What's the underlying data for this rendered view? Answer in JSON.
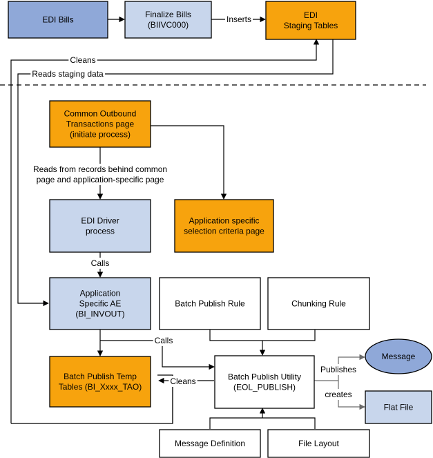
{
  "colors": {
    "dark_blue": "#8fa8d8",
    "light_blue": "#c8d6ec",
    "orange": "#f7a30d",
    "white": "#ffffff",
    "stroke": "#000000",
    "line": "#000000",
    "connector_gray": "#6b6b6b"
  },
  "nodes": {
    "edi_bills": {
      "lines": [
        "EDI Bills"
      ]
    },
    "finalize_bills": {
      "lines": [
        "Finalize Bills",
        "(BIIVC000)"
      ]
    },
    "staging_tables": {
      "lines": [
        "EDI",
        "Staging Tables"
      ]
    },
    "common_outbound": {
      "lines": [
        "Common Outbound",
        "Transactions page",
        "(initiate process)"
      ]
    },
    "edi_driver": {
      "lines": [
        "EDI Driver",
        "process"
      ]
    },
    "app_selection": {
      "lines": [
        "Application specific",
        "selection criteria page"
      ]
    },
    "app_ae": {
      "lines": [
        "Application",
        "Specific AE",
        "(BI_INVOUT)"
      ]
    },
    "batch_rule": {
      "lines": [
        "Batch Publish Rule"
      ]
    },
    "chunking_rule": {
      "lines": [
        "Chunking Rule"
      ]
    },
    "batch_temp": {
      "lines": [
        "Batch Publish Temp",
        "Tables (BI_Xxxx_TAO)"
      ]
    },
    "batch_utility": {
      "lines": [
        "Batch Publish Utility",
        "(EOL_PUBLISH)"
      ]
    },
    "message": {
      "lines": [
        "Message"
      ]
    },
    "flat_file": {
      "lines": [
        "Flat File"
      ]
    },
    "message_def": {
      "lines": [
        "Message Definition"
      ]
    },
    "file_layout": {
      "lines": [
        "File Layout"
      ]
    }
  },
  "labels": {
    "inserts": "Inserts",
    "cleans_top": "Cleans",
    "reads_staging": "Reads staging data",
    "reads_from": [
      "Reads from records behind common",
      "page and application-specific page"
    ],
    "calls_1": "Calls",
    "calls_2": "Calls",
    "cleans_bottom": "Cleans",
    "publishes": "Publishes",
    "creates": "creates"
  }
}
